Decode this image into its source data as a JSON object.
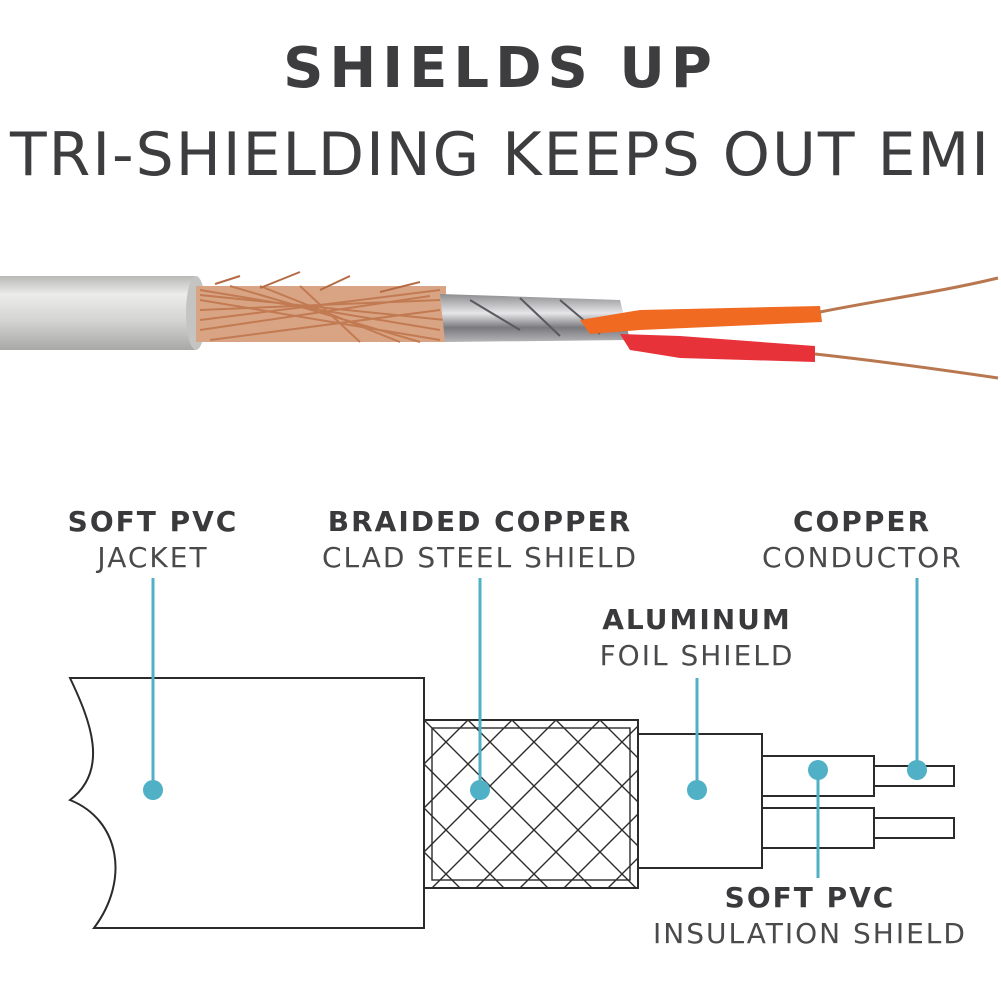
{
  "header": {
    "title": "SHIELDS UP",
    "subtitle": "TRI-SHIELDING KEEPS OUT EMI"
  },
  "colors": {
    "accent": "#4fb0c6",
    "text": "#3d3d40",
    "jacket": "#d6d6d4",
    "copper": "#c8805a",
    "insulation_orange": "#f06a22",
    "insulation_red": "#e8323a"
  },
  "labels": {
    "jacket": {
      "bold": "SOFT PVC",
      "normal": "JACKET"
    },
    "braid": {
      "bold": "BRAIDED COPPER",
      "normal": "CLAD STEEL SHIELD"
    },
    "foil": {
      "bold": "ALUMINUM",
      "normal": "FOIL SHIELD"
    },
    "conductor": {
      "bold": "COPPER",
      "normal": "CONDUCTOR"
    },
    "insulation": {
      "bold": "SOFT PVC",
      "normal": "INSULATION SHIELD"
    }
  }
}
